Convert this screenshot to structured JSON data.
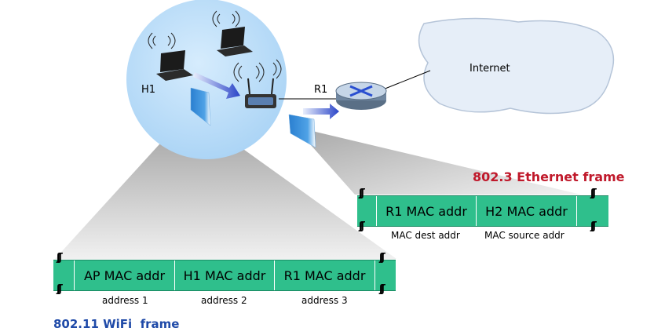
{
  "labels": {
    "internet": "Internet",
    "host": "H1",
    "router": "R1"
  },
  "ethernet_frame": {
    "title": "802.3 Ethernet frame",
    "fields": [
      "R1 MAC addr",
      "H2 MAC addr"
    ],
    "sublabels": [
      "MAC dest addr",
      "MAC source addr"
    ]
  },
  "wifi_frame": {
    "title": "802.11 WiFi  frame",
    "fields": [
      "AP MAC addr",
      "H1 MAC addr",
      "R1 MAC addr"
    ],
    "sublabels": [
      "address 1",
      "address 2",
      "address 3"
    ]
  },
  "colors": {
    "frame_fill": "#2fbf8c",
    "wireless_bubble": "#b9defa",
    "internet_cloud": "#e6eef8",
    "ethernet_title": "#c0192b",
    "wifi_title": "#1f4aa8"
  },
  "icons": {
    "laptops": [
      "laptop-icon",
      "laptop-icon",
      "laptop-icon"
    ],
    "access_point": "access-point-icon",
    "router": "router-icon",
    "cloud": "cloud-icon"
  }
}
